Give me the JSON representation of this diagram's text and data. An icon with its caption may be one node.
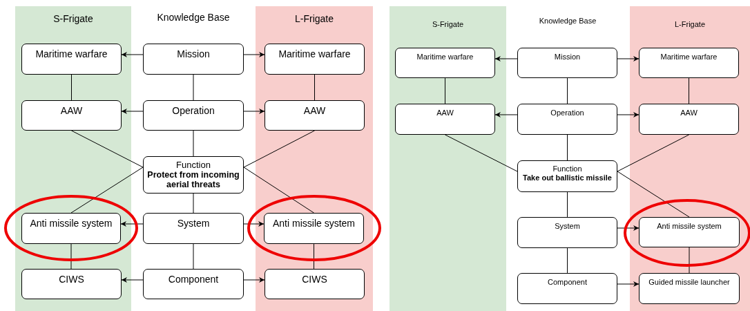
{
  "diagram": {
    "nodes": [
      {
        "text": [
          "S-Frigate"
        ]
      },
      {
        "text": [
          "Maritime warfare"
        ],
        "in": 0
      },
      {
        "text": [
          "AAW"
        ],
        "in": 0
      },
      {
        "text": [
          "Anti missile system"
        ],
        "in": 0
      },
      {
        "text": [
          "CIWS"
        ],
        "in": 0
      },
      {
        "text": [
          "Mission"
        ]
      },
      {
        "text": [
          "Operation"
        ]
      },
      {
        "text": [
          "Function",
          "Protect from incoming aerial threats"
        ]
      },
      {
        "text": [
          "System"
        ]
      },
      {
        "text": [
          "Component"
        ]
      },
      {
        "text": [
          "L-Frigate"
        ]
      },
      {
        "text": [
          "Maritime warfare"
        ],
        "in": 10
      },
      {
        "text": [
          "AAW"
        ],
        "in": 10
      },
      {
        "text": [
          "Anti missile system"
        ],
        "in": 10
      },
      {
        "text": [
          "CIWS"
        ],
        "in": 10
      },
      {
        "text": [
          "S-Frigate"
        ]
      },
      {
        "text": [
          "Maritime warfare"
        ],
        "in": 15
      },
      {
        "text": [
          "AAW"
        ],
        "in": 15
      },
      {
        "text": [
          "Mission"
        ]
      },
      {
        "text": [
          "Operation"
        ]
      },
      {
        "text": [
          "Function",
          "Take out ballistic missile"
        ]
      },
      {
        "text": [
          "System"
        ]
      },
      {
        "text": [
          "Component"
        ]
      },
      {
        "text": [
          "L-Frigate"
        ]
      },
      {
        "text": [
          "Maritime warfare"
        ],
        "in": 23
      },
      {
        "text": [
          "AAW"
        ],
        "in": 23
      },
      {
        "text": [
          "Anti missile system"
        ],
        "in": 23
      },
      {
        "text": [
          "Guided missile launcher"
        ],
        "in": 23
      }
    ],
    "edges": [
      {
        "from": 5,
        "to": 1,
        "arrow": "to"
      },
      {
        "from": 5,
        "to": 11,
        "arrow": "to"
      },
      {
        "from": 1,
        "to": 2,
        "arrow": "none"
      },
      {
        "from": 5,
        "to": 6,
        "arrow": "none"
      },
      {
        "from": 11,
        "to": 12,
        "arrow": "none"
      },
      {
        "from": 6,
        "to": 2,
        "arrow": "to"
      },
      {
        "from": 6,
        "to": 12,
        "arrow": "to"
      },
      {
        "from": 6,
        "to": 7,
        "arrow": "none"
      },
      {
        "from": 2,
        "to": 7,
        "arrow": "none"
      },
      {
        "from": 12,
        "to": 7,
        "arrow": "none"
      },
      {
        "from": 7,
        "to": 3,
        "arrow": "none"
      },
      {
        "from": 7,
        "to": 13,
        "arrow": "none"
      },
      {
        "from": 7,
        "to": 8,
        "arrow": "none"
      },
      {
        "from": 8,
        "to": 3,
        "arrow": "to"
      },
      {
        "from": 8,
        "to": 13,
        "arrow": "to"
      },
      {
        "from": 3,
        "to": 4,
        "arrow": "none"
      },
      {
        "from": 8,
        "to": 9,
        "arrow": "none"
      },
      {
        "from": 13,
        "to": 14,
        "arrow": "none"
      },
      {
        "from": 9,
        "to": 4,
        "arrow": "to"
      },
      {
        "from": 9,
        "to": 14,
        "arrow": "to"
      },
      {
        "from": 18,
        "to": 16,
        "arrow": "to"
      },
      {
        "from": 18,
        "to": 24,
        "arrow": "to"
      },
      {
        "from": 16,
        "to": 17,
        "arrow": "none"
      },
      {
        "from": 18,
        "to": 19,
        "arrow": "none"
      },
      {
        "from": 24,
        "to": 25,
        "arrow": "none"
      },
      {
        "from": 19,
        "to": 17,
        "arrow": "to"
      },
      {
        "from": 19,
        "to": 25,
        "arrow": "to"
      },
      {
        "from": 19,
        "to": 20,
        "arrow": "none"
      },
      {
        "from": 17,
        "to": 20,
        "arrow": "none"
      },
      {
        "from": 25,
        "to": 20,
        "arrow": "none"
      },
      {
        "from": 20,
        "to": 26,
        "arrow": "none"
      },
      {
        "from": 20,
        "to": 21,
        "arrow": "none"
      },
      {
        "from": 21,
        "to": 26,
        "arrow": "to"
      },
      {
        "from": 26,
        "to": 27,
        "arrow": "none"
      },
      {
        "from": 21,
        "to": 22,
        "arrow": "none"
      },
      {
        "from": 22,
        "to": 27,
        "arrow": "to"
      }
    ],
    "labels": [
      "Knowledge Base",
      "Knowledge Base"
    ]
  }
}
